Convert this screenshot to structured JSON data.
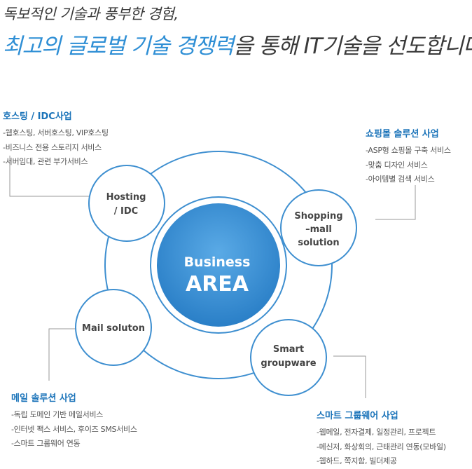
{
  "headline": {
    "line1": "독보적인 기술과 풍부한 경험,",
    "line2_accent": "최고의 글로벌 기술 경쟁력",
    "line2_rest": "을 통해 IT기술을 선도합니다."
  },
  "center": {
    "line1": "Business",
    "line2": "AREA"
  },
  "nodes": {
    "hosting": [
      "Hosting",
      "/ IDC"
    ],
    "shopping": [
      "Shopping",
      "–mall",
      "solution"
    ],
    "mail": [
      "Mail soluton"
    ],
    "smart": [
      "Smart",
      "groupware"
    ]
  },
  "panels": {
    "hosting": {
      "title": "호스팅 / IDC사업",
      "items": [
        "-웹호스팅, 서버호스팅, VIP호스팅",
        "-비즈니스 전용 스토리지 서비스",
        "-서버임대, 관련 부가서비스"
      ]
    },
    "shopping": {
      "title": "쇼핑몰 솔루션 사업",
      "items": [
        "-ASP형 쇼핑몰 구축 서비스",
        "-맞춤 디자인 서비스",
        "-아이템별 검색 서비스"
      ]
    },
    "mail": {
      "title": "메일 솔루션 사업",
      "items": [
        "-독립 도메인 기반 메일서비스",
        "-인터넷 팩스 서비스, 후이즈 SMS서비스",
        "-스마트 그룹웨어 연동"
      ]
    },
    "smart": {
      "title": "스마트 그룹웨어 사업",
      "items": [
        "-웹메일, 전자결제, 일정관리, 프로젝트",
        "-메신저, 화상회의, 근태관리 연동(모바일)",
        "-웹하드, 쪽지함, 빌더제공"
      ]
    }
  },
  "colors": {
    "accent": "#2f8fd5",
    "ring": "#3e8fd0",
    "center_fill": "#3b8fd4",
    "panel_title": "#1a73b9"
  }
}
